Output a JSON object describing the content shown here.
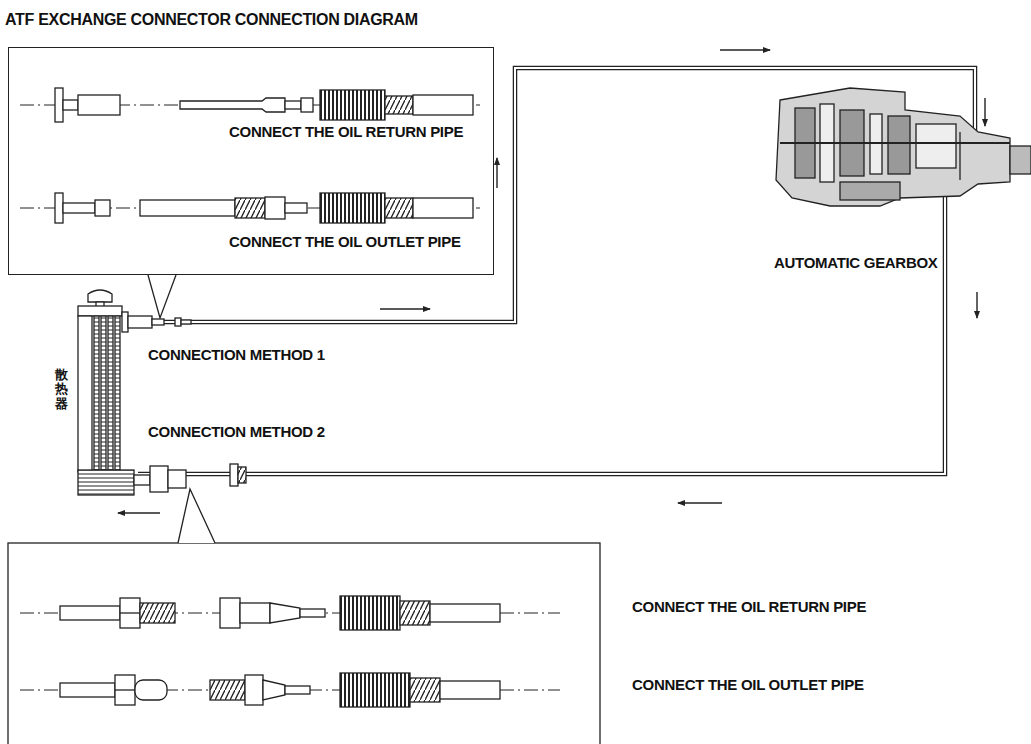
{
  "diagram": {
    "title": "ATF EXCHANGE CONNECTOR CONNECTION DIAGRAM",
    "nodes": [
      {
        "text": [
          "CONNECT THE OIL RETURN PIPE",
          "CONNECT THE OIL OUTLET PIPE"
        ]
      },
      {
        "text": [
          "散热器"
        ]
      },
      {
        "text": [
          "AUTOMATIC GEARBOX"
        ]
      }
    ],
    "edges": [
      {
        "from": 1,
        "to": 2,
        "arrow": "none"
      },
      {
        "from": 2,
        "to": 1,
        "arrow": "none"
      }
    ],
    "labels": [
      "CONNECTION METHOD 1",
      "CONNECTION METHOD 2",
      "CONNECT THE OIL RETURN PIPE",
      "CONNECT THE OIL OUTLET PIPE"
    ]
  }
}
